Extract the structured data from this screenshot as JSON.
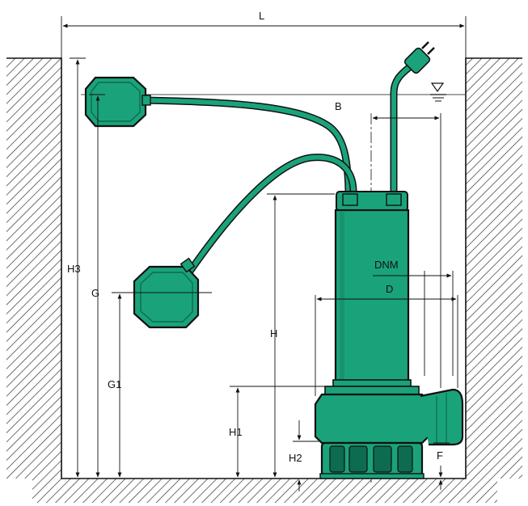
{
  "labels": {
    "L": "L",
    "B": "B",
    "DNM": "DNM",
    "D": "D",
    "H3": "H3",
    "G": "G",
    "G1": "G1",
    "H": "H",
    "H1": "H1",
    "H2": "H2",
    "F": "F"
  },
  "colors": {
    "pump_green": "#1aa37a",
    "pump_dark": "#0d6b4f",
    "outline": "#111111",
    "hatch": "#333333",
    "background": "#ffffff"
  },
  "icons": {
    "water_level": "water-level-triangle-icon",
    "plug": "power-plug-icon"
  }
}
